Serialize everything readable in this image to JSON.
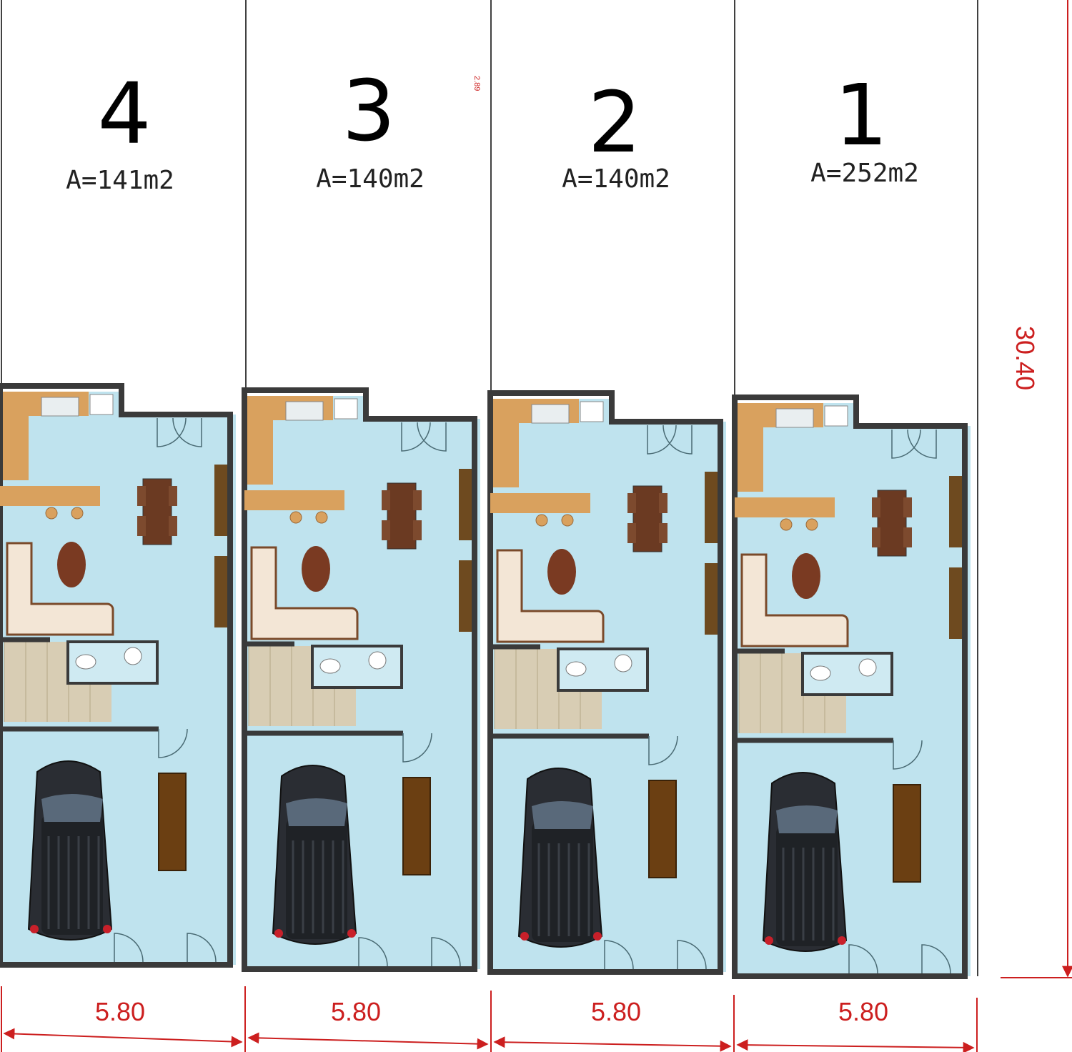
{
  "lots": [
    {
      "number": "4",
      "area": "A=141m2",
      "width_label": "5.80"
    },
    {
      "number": "3",
      "area": "A=140m2",
      "width_label": "5.80"
    },
    {
      "number": "2",
      "area": "A=140m2",
      "width_label": "5.80"
    },
    {
      "number": "1",
      "area": "A=252m2",
      "width_label": "5.80"
    }
  ],
  "depth_label": "30.40",
  "small_dim_label": "2.89",
  "colors": {
    "floor": "#bfe3ee",
    "wall": "#3a3a3a",
    "kitchen_counter": "#d9a15e",
    "furniture_dark": "#6b3a22",
    "sofa": "#f3e6d6",
    "stairs": "#d8cdb4",
    "car_body": "#2a2d33",
    "dimension": "#cc1f1f"
  }
}
